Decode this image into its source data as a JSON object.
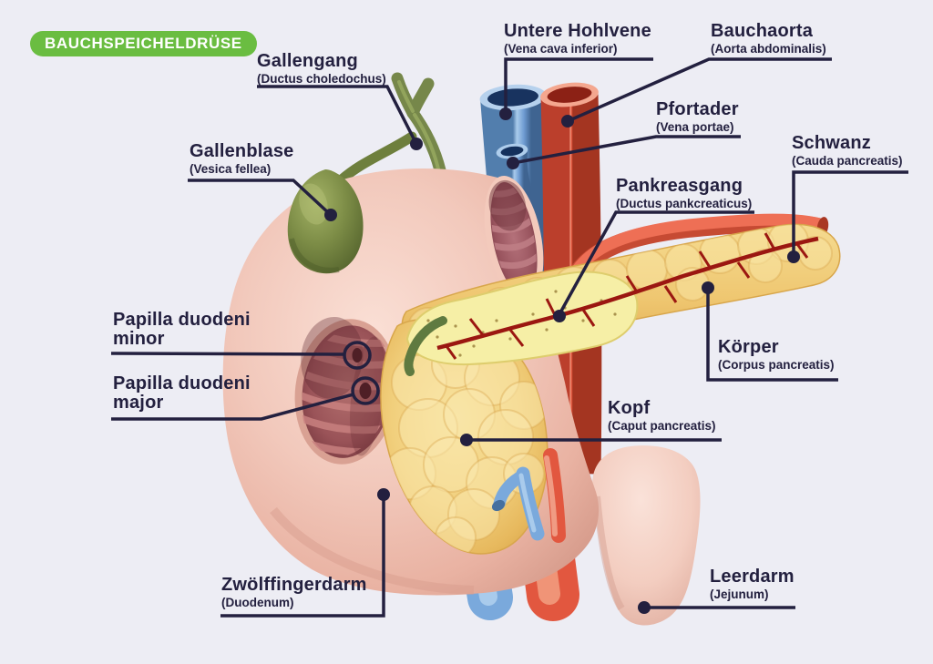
{
  "badge": {
    "label": "BAUCHSPEICHELDRÜSE"
  },
  "labels": {
    "gallengang": {
      "title": "Gallengang",
      "subtitle": "(Ductus choledochus)"
    },
    "untere_hohlvene": {
      "title": "Untere Hohlvene",
      "subtitle": "(Vena cava inferior)"
    },
    "bauchaorta": {
      "title": "Bauchaorta",
      "subtitle": "(Aorta abdominalis)"
    },
    "pfortader": {
      "title": "Pfortader",
      "subtitle": "(Vena portae)"
    },
    "gallenblase": {
      "title": "Gallenblase",
      "subtitle": "(Vesica fellea)"
    },
    "schwanz": {
      "title": "Schwanz",
      "subtitle": "(Cauda pancreatis)"
    },
    "pankreasgang": {
      "title": "Pankreasgang",
      "subtitle": "(Ductus pankcreaticus)"
    },
    "papilla_minor": {
      "title": "Papilla duodeni minor"
    },
    "papilla_major": {
      "title": "Papilla duodeni major"
    },
    "koerper": {
      "title": "Körper",
      "subtitle": "(Corpus pancreatis)"
    },
    "kopf": {
      "title": "Kopf",
      "subtitle": "(Caput pancreatis)"
    },
    "zwoelffingerdarm": {
      "title": "Zwölffingerdarm",
      "subtitle": "(Duodenum)"
    },
    "leerdarm": {
      "title": "Leerdarm",
      "subtitle": "(Jejunum)"
    }
  },
  "colors": {
    "background": "#ededf4",
    "badge_green": "#6abd41",
    "label_navy": "#23203f",
    "duodenum_pink": "#f2c9bc",
    "intestine_inner": "#9a5358",
    "pancreas_yellow": "#efc771",
    "pancreas_cut_face": "#f6efa6",
    "pancreatic_duct_red": "#9b1711",
    "gallbladder_green": "#7c8c46",
    "bile_duct_green": "#76874a",
    "vein_blue": "#6f9cd2",
    "artery_red": "#e4593f"
  }
}
